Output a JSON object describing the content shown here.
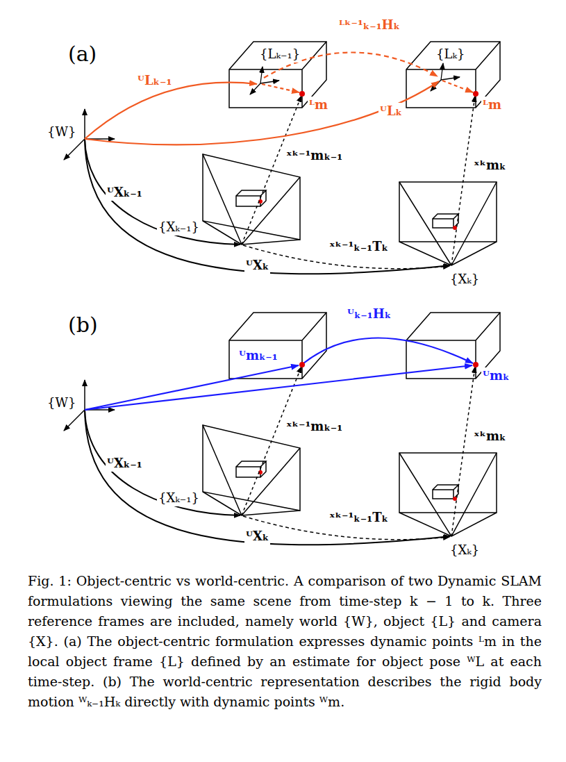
{
  "diagram": {
    "caption": "Fig. 1: Object-centric vs world-centric. A comparison of two Dynamic SLAM formulations viewing the same scene from time-step k − 1 to k. Three reference frames are included, namely world {W}, object {L} and camera {X}. (a) The object-centric formulation expresses dynamic points ᴸm in the local object frame {L} defined by an estimate for object pose ᵂL at each time-step. (b) The world-centric representation describes the rigid body motion ᵂₖ₋₁Hₖ directly with dynamic points ᵂm.",
    "labels": [
      "(a)",
      "{W}",
      "{Lₖ₋₁}",
      "ᴸᵏ⁻¹ₖ₋₁Hₖ",
      "{Lₖ}",
      "ᵂLₖ₋₁",
      "ᴸm",
      "ᵂLₖ",
      "ᴸm",
      "ˣᵏ⁻¹mₖ₋₁",
      "ˣᵏmₖ",
      "ᵂXₖ₋₁",
      "{Xₖ₋₁}",
      "ˣᵏ⁻¹ₖ₋₁Tₖ",
      "ᵂXₖ",
      "{Xₖ}",
      "(b)",
      "{W}",
      "ᵂmₖ₋₁",
      "ᵂₖ₋₁Hₖ",
      "ᵂmₖ",
      "ˣᵏ⁻¹mₖ₋₁",
      "ˣᵏmₖ",
      "ᵂXₖ₋₁",
      "{Xₖ₋₁}",
      "ᵂXₖ",
      "ˣᵏ⁻¹ₖ₋₁Tₖ",
      "{Xₖ}"
    ]
  }
}
